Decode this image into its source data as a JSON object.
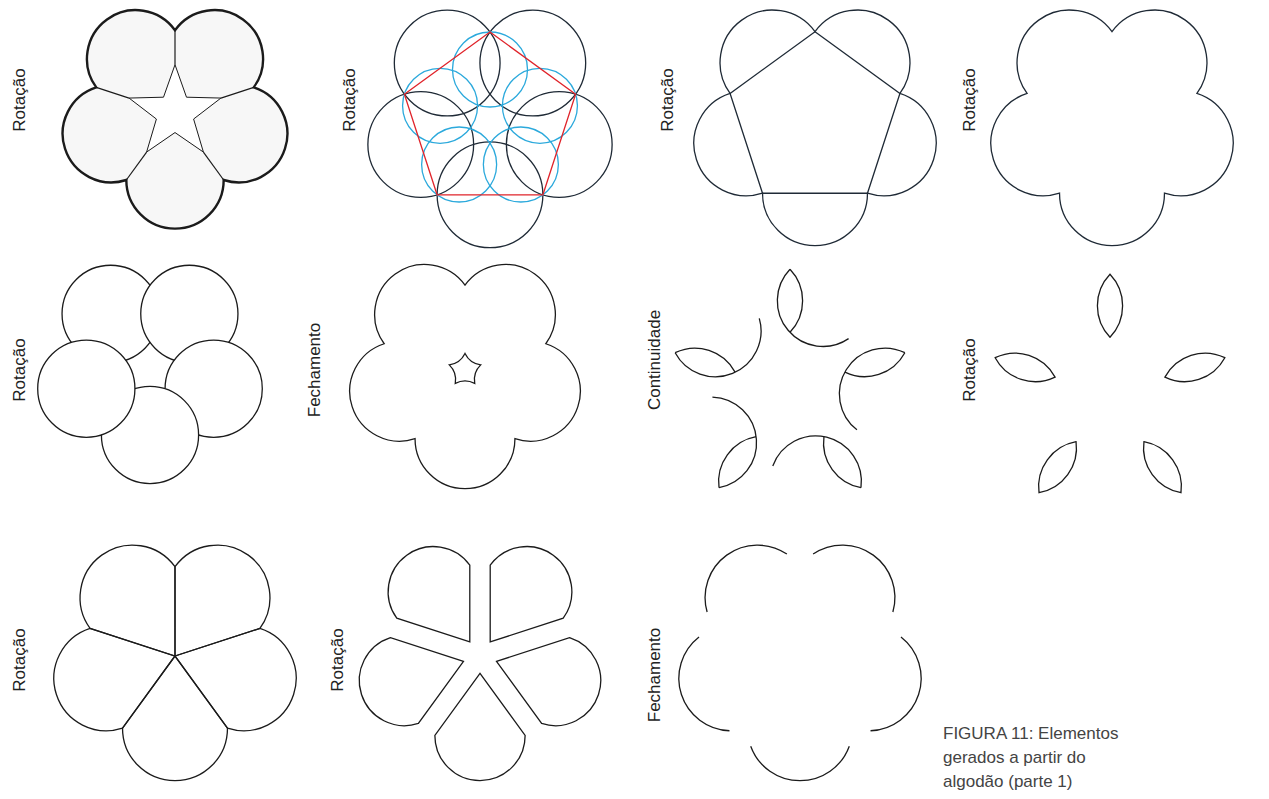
{
  "diagram": {
    "caption": "FIGURA 11: Elementos gerados a partir do algodão (parte 1)",
    "labels": [
      "Rotação",
      "Rotação",
      "Rotação",
      "Rotação",
      "Rotação",
      "Fechamento",
      "Continuidade",
      "Rotação",
      "Rotação",
      "Rotação",
      "Fechamento"
    ]
  }
}
